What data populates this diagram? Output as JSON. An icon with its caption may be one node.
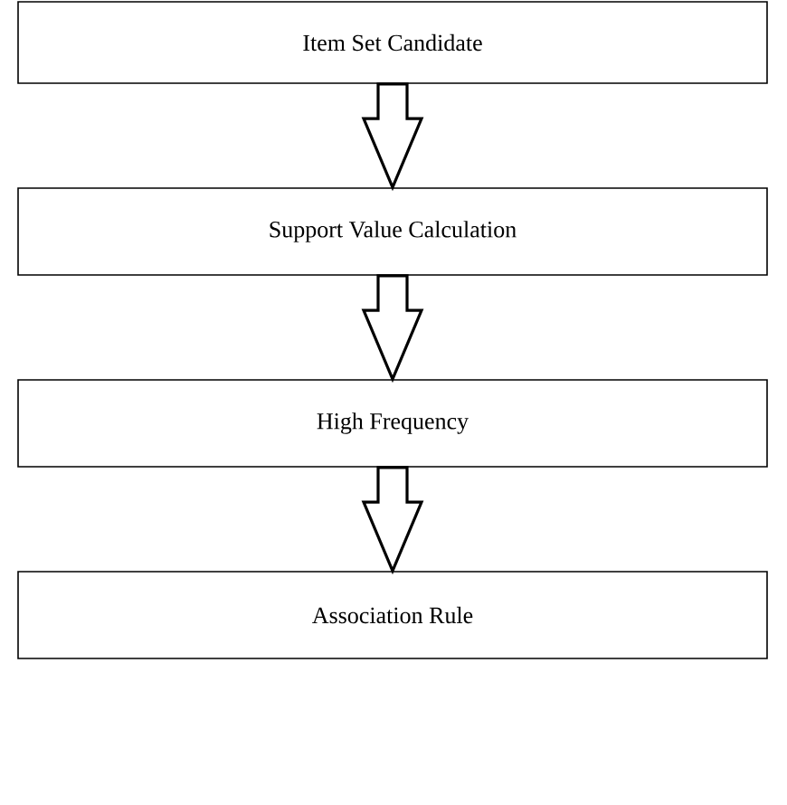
{
  "diagram": {
    "nodes": [
      {
        "text": [
          "Item Set Candidate"
        ]
      },
      {
        "text": [
          "Support Value Calculation"
        ]
      },
      {
        "text": [
          "High Frequency"
        ]
      },
      {
        "text": [
          "Association Rule"
        ]
      }
    ],
    "edges": [
      {
        "from": 0,
        "to": 1,
        "arrow": "to"
      },
      {
        "from": 1,
        "to": 2,
        "arrow": "to"
      },
      {
        "from": 2,
        "to": 3,
        "arrow": "to"
      }
    ]
  }
}
